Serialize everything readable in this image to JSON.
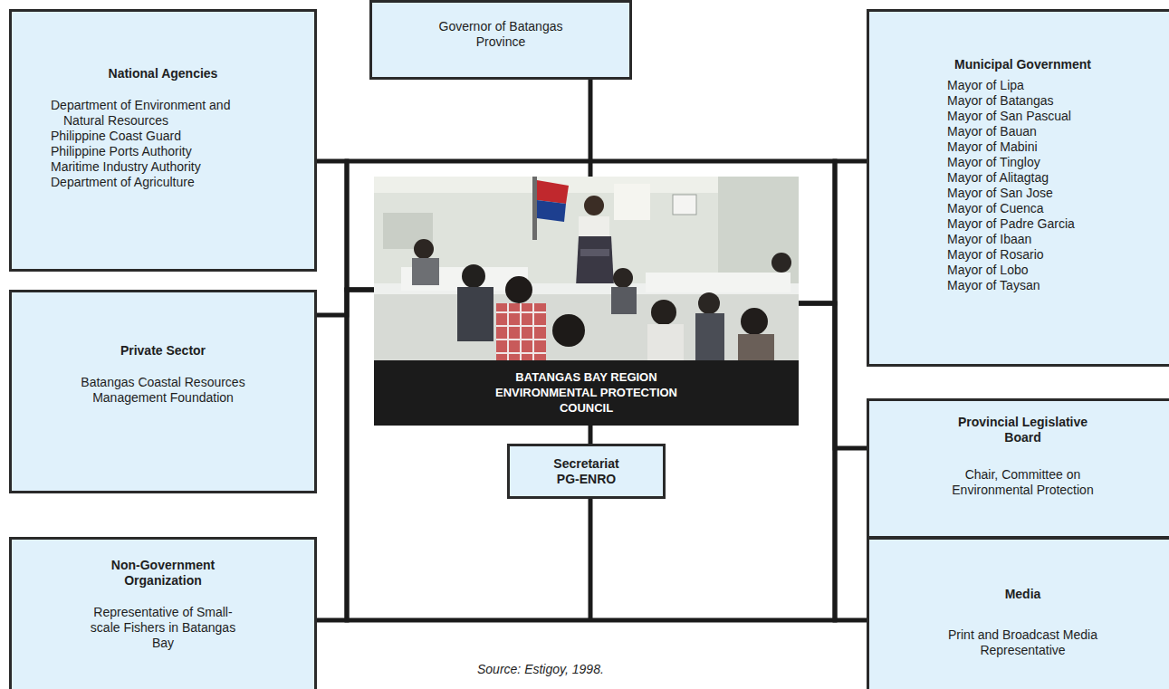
{
  "diagram": {
    "caption": "Source: Estigoy, 1998.",
    "nodes": [
      {
        "text": [
          "Governor of Batangas Province"
        ]
      },
      {
        "text": [
          "National Agencies",
          "Department of Environment and Natural Resources",
          "Philippine Coast Guard",
          "Philippine Ports Authority",
          "Maritime Industry Authority",
          "Department of Agriculture"
        ]
      },
      {
        "text": [
          "Municipal Government",
          "Mayor of Lipa",
          "Mayor of Batangas",
          "Mayor of San Pascual",
          "Mayor of Bauan",
          "Mayor of Mabini",
          "Mayor of Tingloy",
          "Mayor of Alitagtag",
          "Mayor of San Jose",
          "Mayor of Cuenca",
          "Mayor of Padre Garcia",
          "Mayor of Ibaan",
          "Mayor of Rosario",
          "Mayor of Lobo",
          "Mayor of Taysan"
        ]
      },
      {
        "text": [
          "BATANGAS BAY REGION ENVIRONMENTAL PROTECTION COUNCIL"
        ]
      },
      {
        "text": [
          "Secretariat",
          "PG-ENRO"
        ]
      },
      {
        "text": [
          "Private Sector",
          "Batangas Coastal Resources Management Foundation"
        ]
      },
      {
        "text": [
          "Provincial Legislative Board",
          "Chair, Committee on Environmental Protection"
        ]
      },
      {
        "text": [
          "Non-Government Organization",
          "Representative of Small-scale Fishers in Batangas Bay"
        ]
      },
      {
        "text": [
          "Media",
          "Print and Broadcast Media Representative"
        ]
      }
    ],
    "edges": [
      {
        "from": 0,
        "to": 3,
        "arrow": "none"
      },
      {
        "from": 1,
        "to": 3,
        "arrow": "none"
      },
      {
        "from": 2,
        "to": 3,
        "arrow": "none"
      },
      {
        "from": 5,
        "to": 3,
        "arrow": "none"
      },
      {
        "from": 6,
        "to": 3,
        "arrow": "none"
      },
      {
        "from": 7,
        "to": 3,
        "arrow": "none"
      },
      {
        "from": 8,
        "to": 3,
        "arrow": "none"
      },
      {
        "from": 3,
        "to": 4,
        "arrow": "none"
      }
    ]
  }
}
